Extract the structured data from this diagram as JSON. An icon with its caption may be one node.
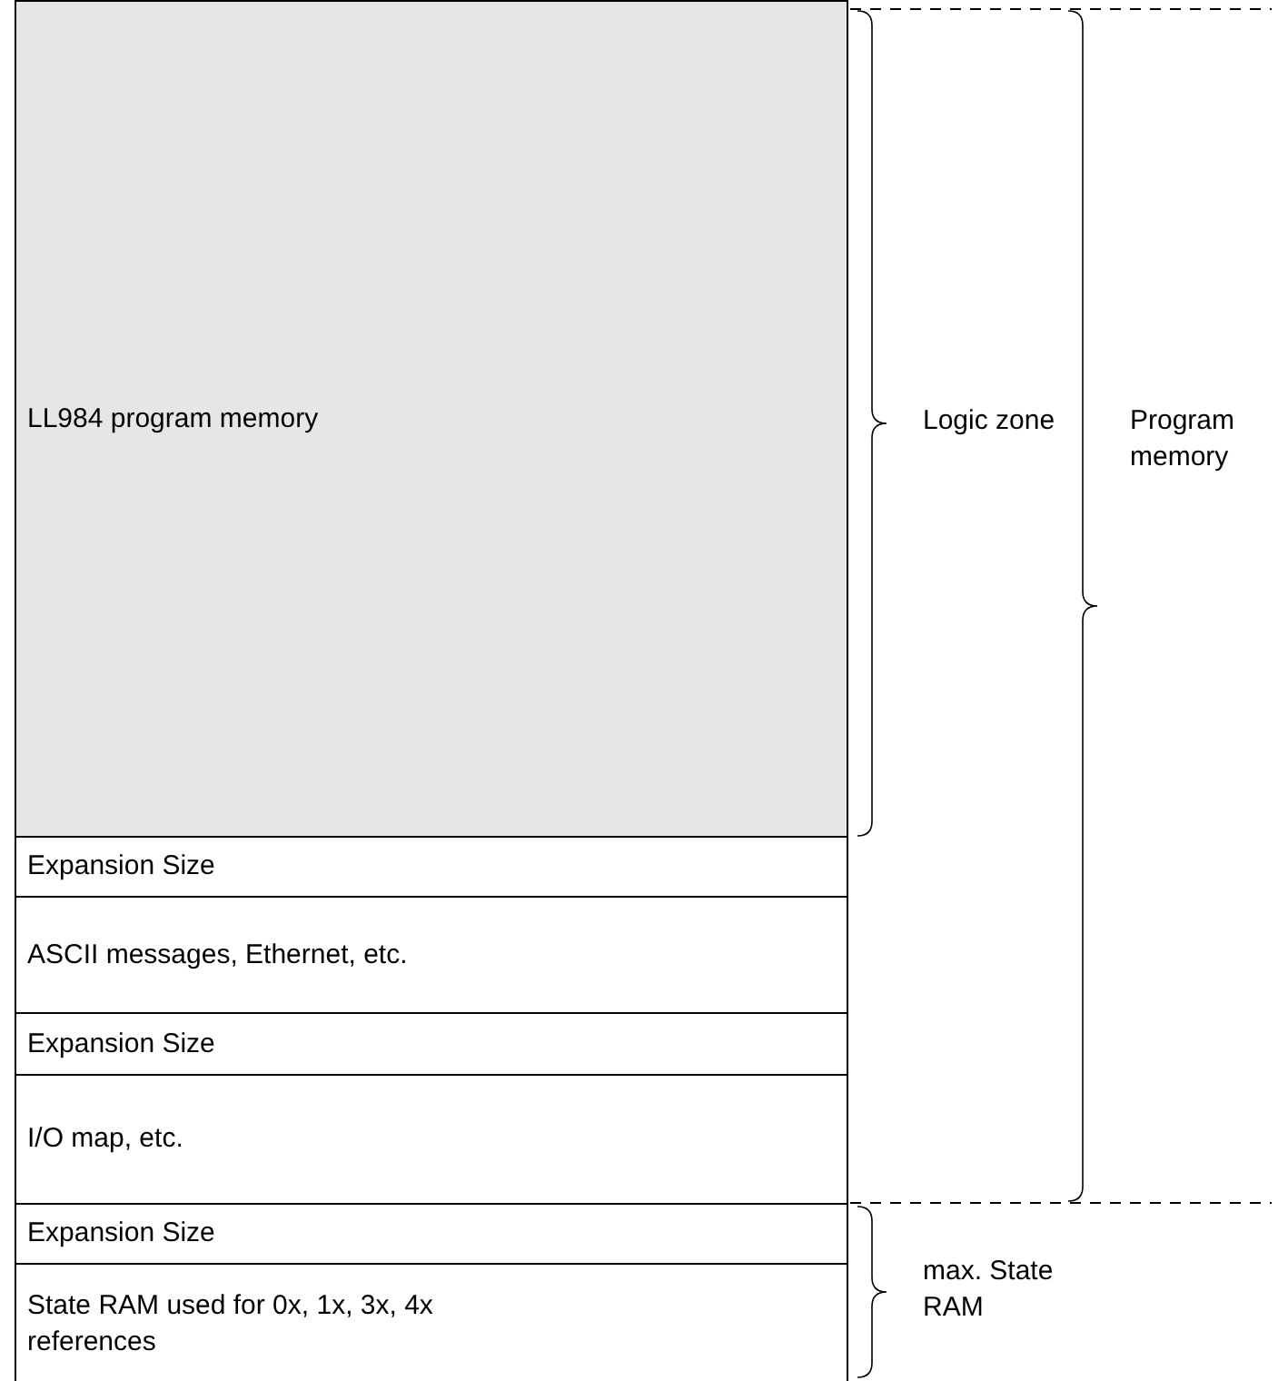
{
  "diagram": {
    "nodes": [
      {
        "text": [
          "LL984 program memory"
        ]
      },
      {
        "text": [
          "Expansion Size"
        ]
      },
      {
        "text": [
          "ASCII messages, Ethernet, etc."
        ]
      },
      {
        "text": [
          "Expansion Size"
        ]
      },
      {
        "text": [
          "I/O map, etc."
        ]
      },
      {
        "text": [
          "Expansion Size"
        ]
      },
      {
        "text": [
          "State RAM used for 0x, 1x, 3x, 4x references"
        ]
      }
    ],
    "labels": [
      "Logic zone",
      "Program memory",
      "max. State RAM"
    ]
  }
}
